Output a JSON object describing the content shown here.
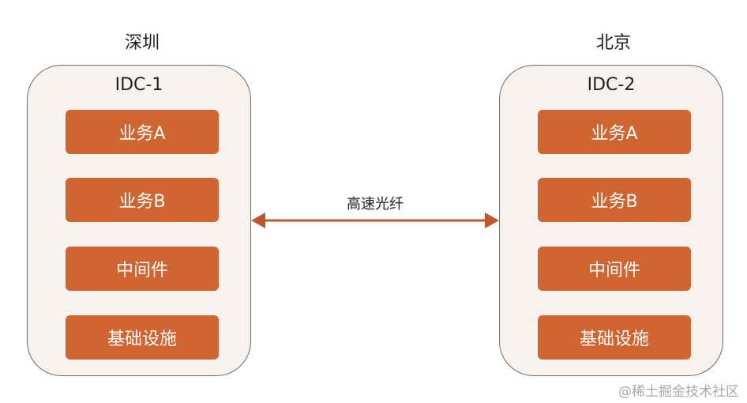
{
  "left_site": {
    "city": "深圳",
    "idc": "IDC-1",
    "services": [
      "业务A",
      "业务B",
      "中间件",
      "基础设施"
    ]
  },
  "right_site": {
    "city": "北京",
    "idc": "IDC-2",
    "services": [
      "业务A",
      "业务B",
      "中间件",
      "基础设施"
    ]
  },
  "link": {
    "label": "高速光纤",
    "color": "#c0562c"
  },
  "colors": {
    "service_fill": "#cf6632",
    "idc_fill": "#f8f2ee"
  },
  "watermark": "@稀土掘金技术社区"
}
